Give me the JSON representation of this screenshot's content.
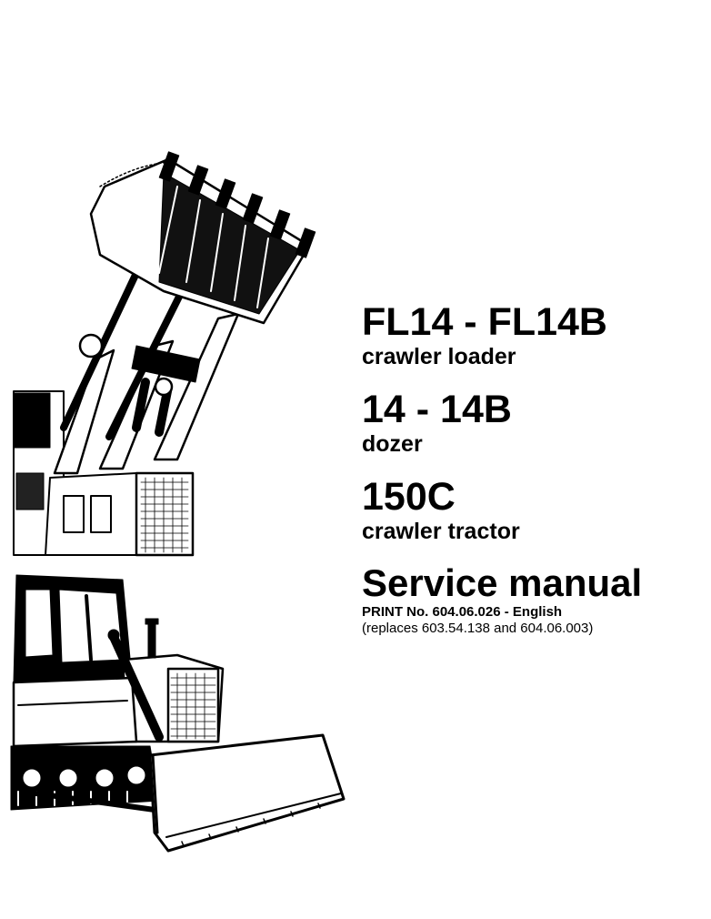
{
  "models": [
    {
      "name": "FL14 - FL14B",
      "description": "crawler loader"
    },
    {
      "name": "14 - 14B",
      "description": "dozer"
    },
    {
      "name": "150C",
      "description": "crawler tractor"
    }
  ],
  "service_title": "Service manual",
  "print_line": "PRINT No. 604.06.026 - English",
  "replaces_line": "(replaces 603.54.138 and 604.06.003)",
  "illustrations": {
    "upper": "crawler-loader-illustration",
    "lower": "crawler-dozer-illustration"
  }
}
